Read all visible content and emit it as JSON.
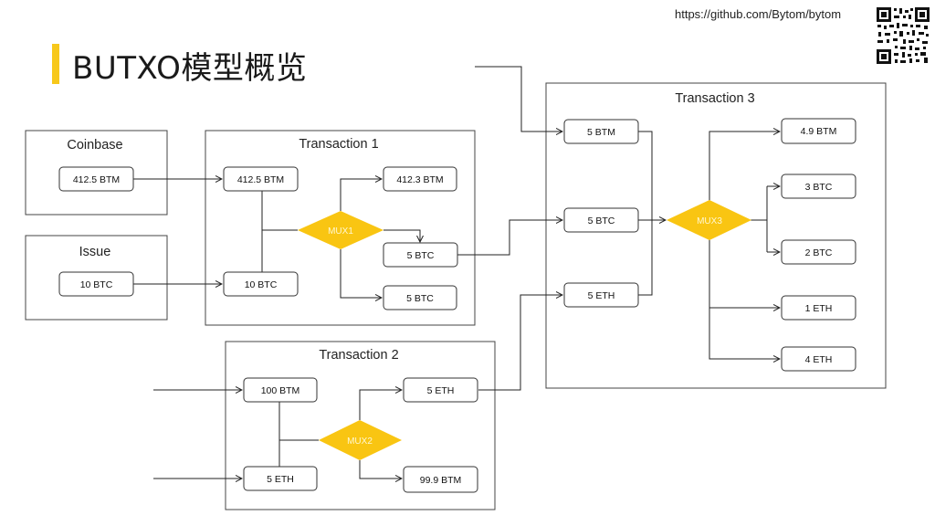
{
  "header": {
    "title": "BUTXO模型概览",
    "url": "https://github.com/Bytom/bytom",
    "accent_color": "#f7c81b"
  },
  "groups": {
    "coinbase": "Coinbase",
    "issue": "Issue",
    "tx1": "Transaction 1",
    "tx2": "Transaction 2",
    "tx3": "Transaction 3"
  },
  "nodes": {
    "coinbase_out": "412.5 BTM",
    "issue_out": "10 BTC",
    "tx1_in1": "412.5 BTM",
    "tx1_in2": "10 BTC",
    "tx1_out1": "412.3 BTM",
    "tx1_out2": "5 BTC",
    "tx1_out3": "5 BTC",
    "tx2_in1": "100 BTM",
    "tx2_in2": "5 ETH",
    "tx2_out1": "5 ETH",
    "tx2_out2": "99.9 BTM",
    "tx3_in1": "5 BTM",
    "tx3_in2": "5 BTC",
    "tx3_in3": "5 ETH",
    "tx3_out1": "4.9 BTM",
    "tx3_out2": "3 BTC",
    "tx3_out3": "2 BTC",
    "tx3_out4": "1 ETH",
    "tx3_out5": "4 ETH"
  },
  "mux": {
    "mux1": "MUX1",
    "mux2": "MUX2",
    "mux3": "MUX3",
    "color": "#f9c512"
  }
}
